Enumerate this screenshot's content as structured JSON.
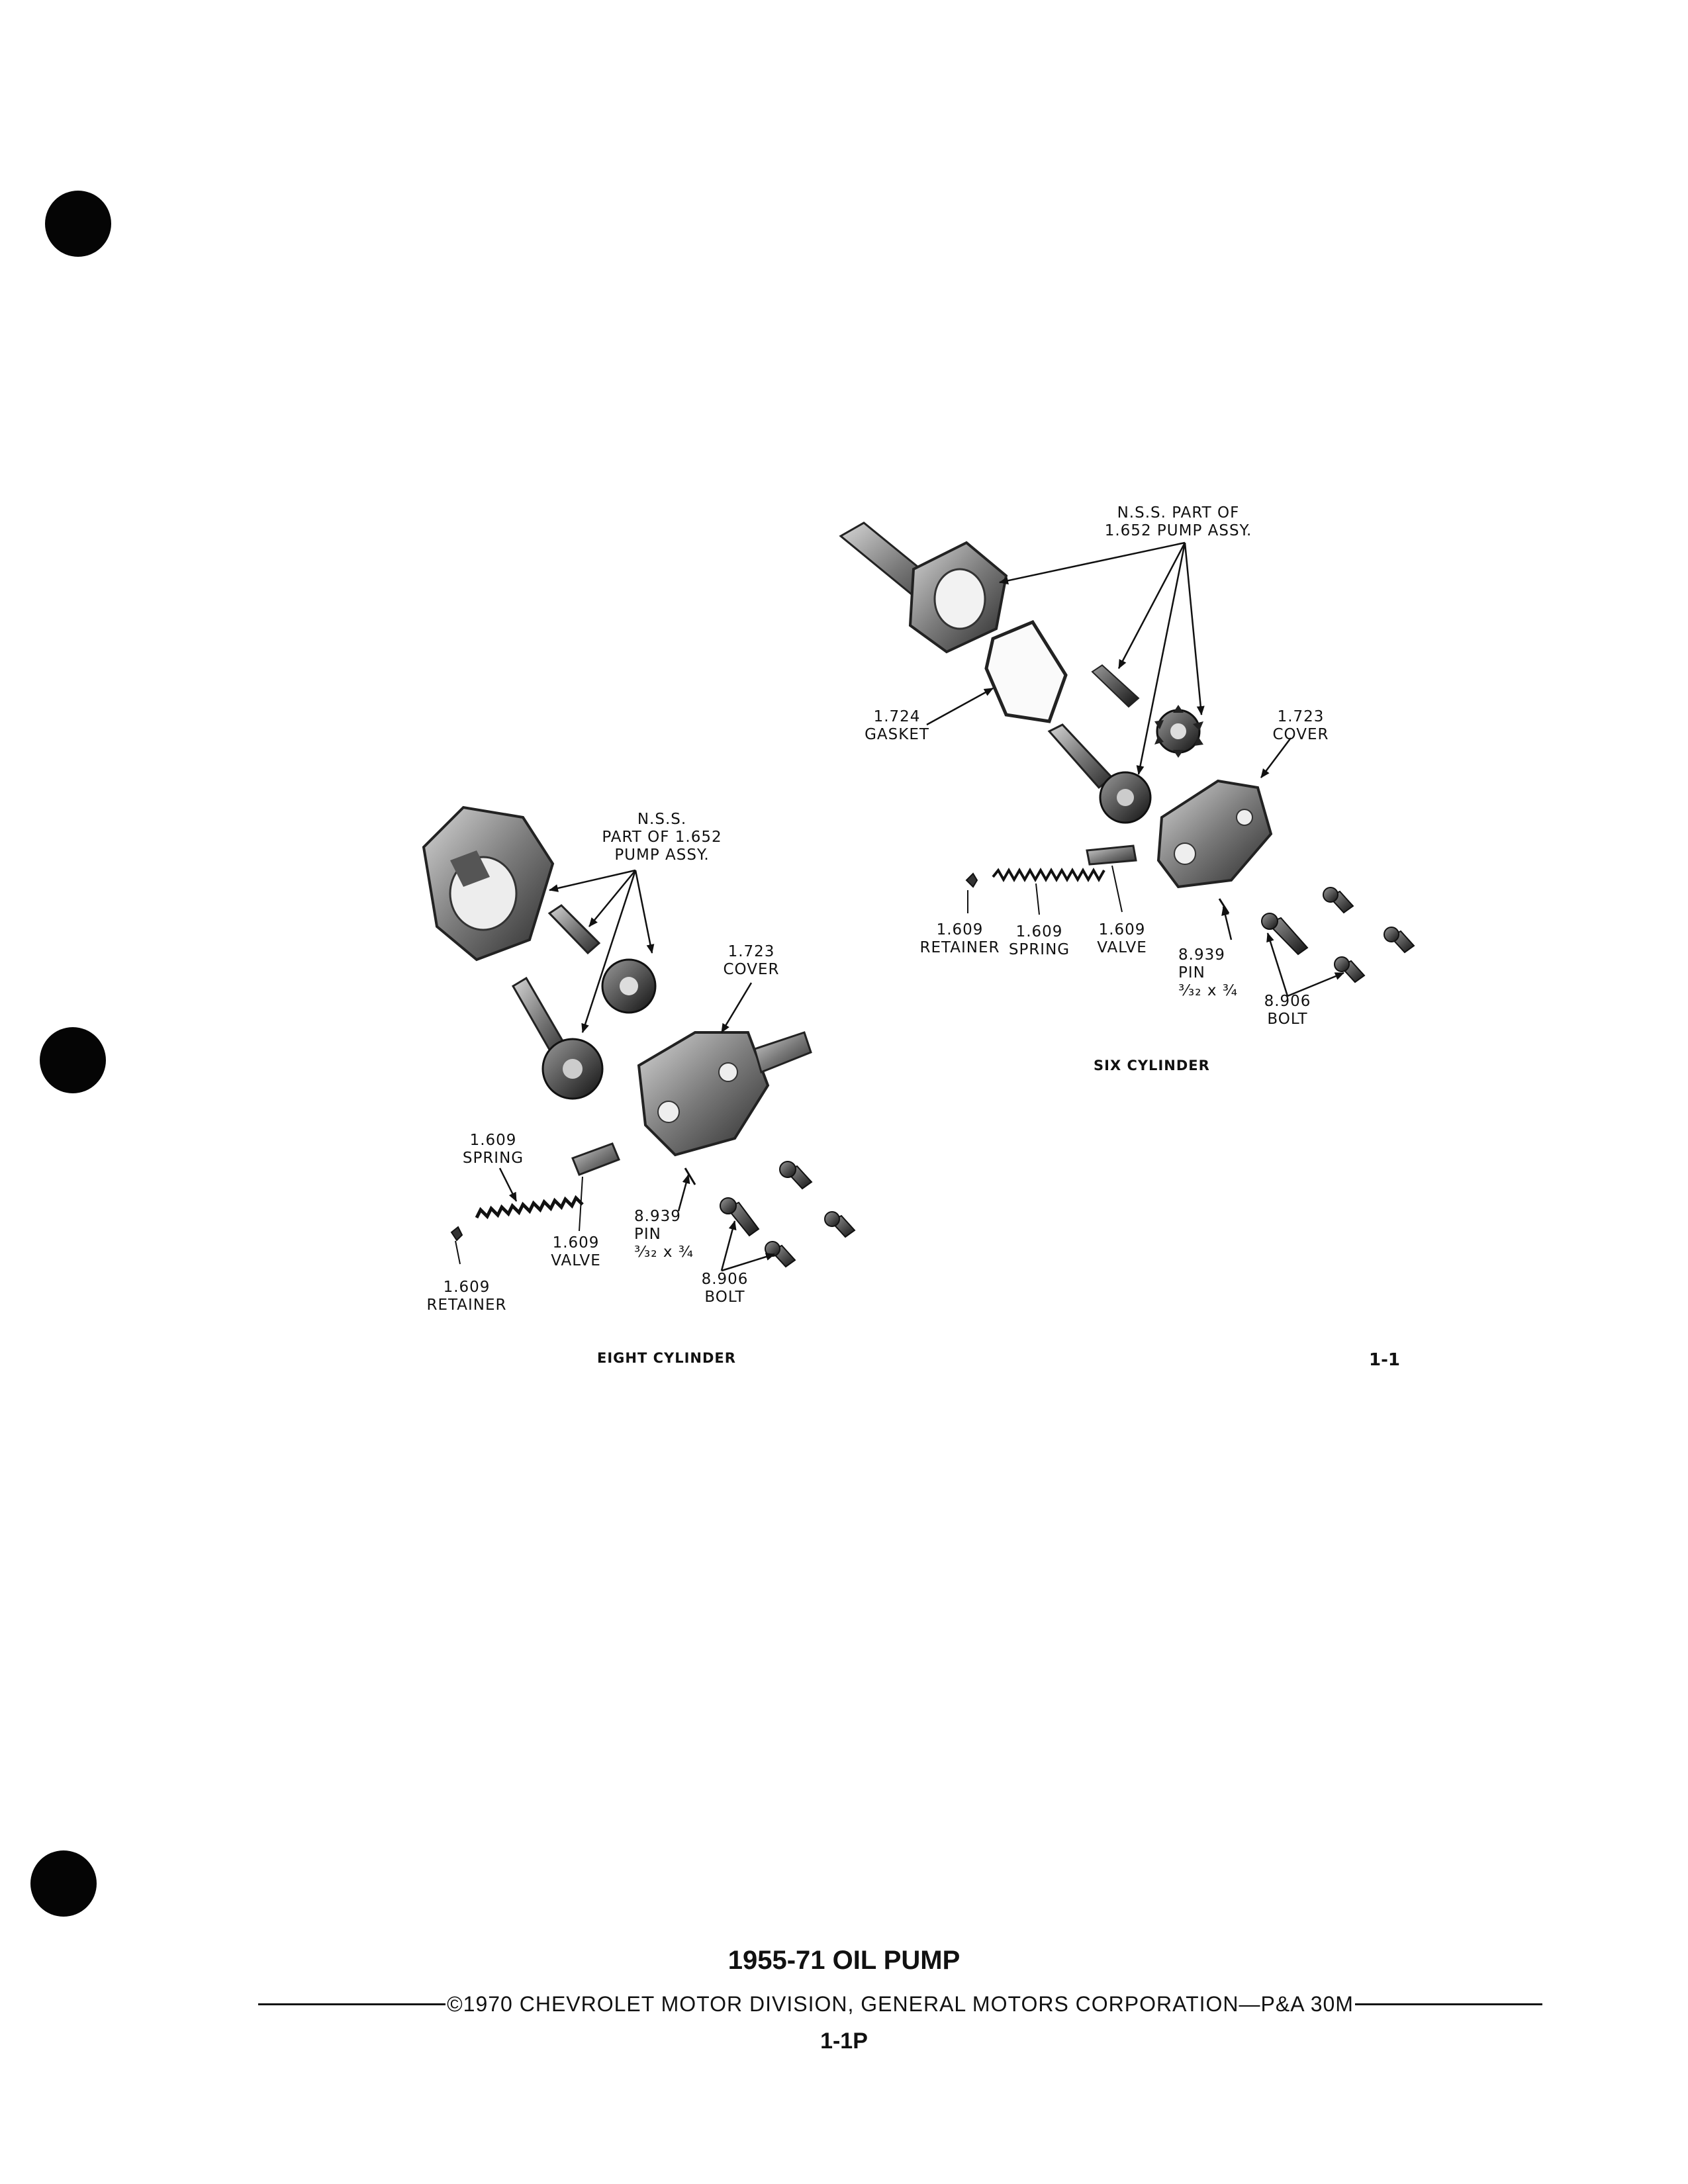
{
  "six": {
    "nss": "N.S.S. PART OF\n1.652 PUMP ASSY.",
    "gasket": "1.724\nGASKET",
    "cover": "1.723\nCOVER",
    "retainer": "1.609\nRETAINER",
    "spring": "1.609\nSPRING",
    "valve": "1.609\nVALVE",
    "pin": "8.939\nPIN\n³⁄₃₂ x ¾",
    "bolt": "8.906\nBOLT",
    "caption": "SIX CYLINDER"
  },
  "eight": {
    "nss": "N.S.S.\nPART OF 1.652\nPUMP ASSY.",
    "cover": "1.723\nCOVER",
    "spring": "1.609\nSPRING",
    "valve": "1.609\nVALVE",
    "pin": "8.939\nPIN\n³⁄₃₂ x ¾",
    "bolt": "8.906\nBOLT",
    "retainer": "1.609\nRETAINER",
    "caption": "EIGHT CYLINDER"
  },
  "figure_number": "1-1",
  "footer": {
    "title": "1955-71 OIL PUMP",
    "copyright": "©1970 CHEVROLET MOTOR DIVISION, GENERAL MOTORS CORPORATION—P&A 30M",
    "page": "1-1P"
  }
}
